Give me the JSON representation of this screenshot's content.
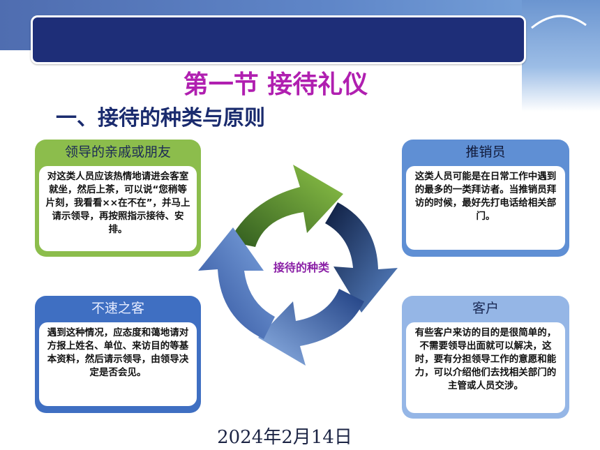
{
  "slide": {
    "title": "第一节  接待礼仪",
    "subtitle": "一、接待的种类与原则",
    "center_label": "接待的种类",
    "date": "2024年2月14日"
  },
  "cards": {
    "top_left": {
      "heading": "领导的亲戚或朋友",
      "body": "对这类人员应该热情地请进会客室就坐，然后上茶，可以说“您稍等片刻，我看看××在不在”，并马上请示领导，再按照指示接待、安排。"
    },
    "top_right": {
      "heading": "推销员",
      "body": "这类人员可能是在日常工作中遇到的最多的一类拜访者。当推销员拜访的时候，最好先打电话给相关部门。"
    },
    "bottom_left": {
      "heading": "不速之客",
      "body": "遇到这种情况，应态度和蔼地请对方报上姓名、单位、来访目的等基本资料，然后请示领导，由领导决定是否会见。"
    },
    "bottom_right": {
      "heading": "客户",
      "body": "有些客户来访的目的是很简单的，不需要领导出面就可以解决，这时，要有分担领导工作的意愿和能力，可以介绍他们去找相关部门的主管或人员交涉。"
    }
  },
  "colors": {
    "header": "#1e2e78",
    "title": "#b01fb0",
    "subtitle": "#1a2b6e",
    "green_card": "#8cbd4c",
    "blue_card": "#5f8fd4",
    "dark_blue_card": "#3f6fc2",
    "light_blue_card": "#95b6e6"
  },
  "icons": [
    "cycle-arrows-diagram",
    "corner-swoosh-icon"
  ]
}
